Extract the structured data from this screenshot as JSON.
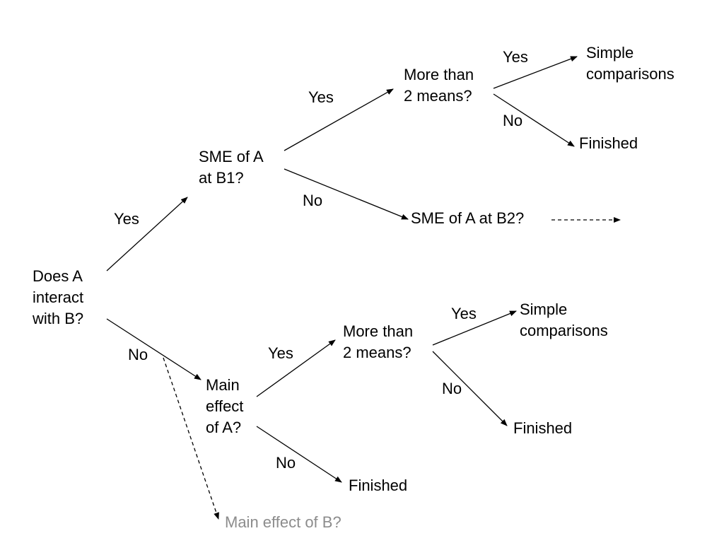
{
  "nodes": {
    "interact": {
      "lines": [
        "Does A",
        "interact",
        "with B?"
      ]
    },
    "sme_b1": {
      "lines": [
        "SME of A",
        "at B1?"
      ]
    },
    "more_means_top": {
      "lines": [
        "More than",
        "2 means?"
      ]
    },
    "simple_comp_top": {
      "lines": [
        "Simple",
        "comparisons"
      ]
    },
    "finished_top": {
      "text": "Finished"
    },
    "sme_b2": {
      "text": "SME of A at B2?"
    },
    "main_effect_a": {
      "lines": [
        "Main",
        "effect",
        "of A?"
      ]
    },
    "more_means_bottom": {
      "lines": [
        "More than",
        "2 means?"
      ]
    },
    "simple_comp_bottom": {
      "lines": [
        "Simple",
        "comparisons"
      ]
    },
    "finished_mid": {
      "text": "Finished"
    },
    "finished_bottom": {
      "text": "Finished"
    },
    "main_effect_b": {
      "text": "Main effect of B?"
    }
  },
  "edge_labels": {
    "interact_yes": "Yes",
    "interact_no": "No",
    "sme_b1_yes": "Yes",
    "sme_b1_no": "No",
    "means_top_yes": "Yes",
    "means_top_no": "No",
    "main_a_yes": "Yes",
    "main_a_no": "No",
    "means_bottom_yes": "Yes",
    "means_bottom_no": "No"
  },
  "colors": {
    "text": "#000000",
    "muted_text": "#8c8c8c",
    "line": "#000000",
    "background": "#ffffff"
  }
}
